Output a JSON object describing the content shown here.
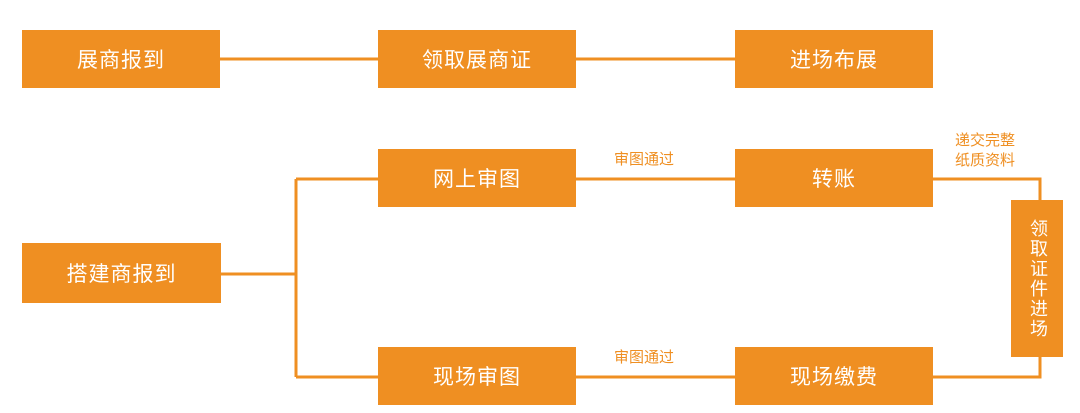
{
  "colors": {
    "accent": "#ef8f22",
    "text": "#ffffff"
  },
  "exhibitor_flow": {
    "step1": "展商报到",
    "step2": "领取展商证",
    "step3": "进场布展"
  },
  "builder_flow": {
    "start": "搭建商报到",
    "online_review": "网上审图",
    "onsite_review": "现场审图",
    "transfer": "转账",
    "onsite_payment": "现场缴费",
    "approved_label_top": "审图通过",
    "approved_label_bottom": "审图通过",
    "submit_label_line1": "递交完整",
    "submit_label_line2": "纸质资料",
    "final_step": "领取证件进场"
  }
}
